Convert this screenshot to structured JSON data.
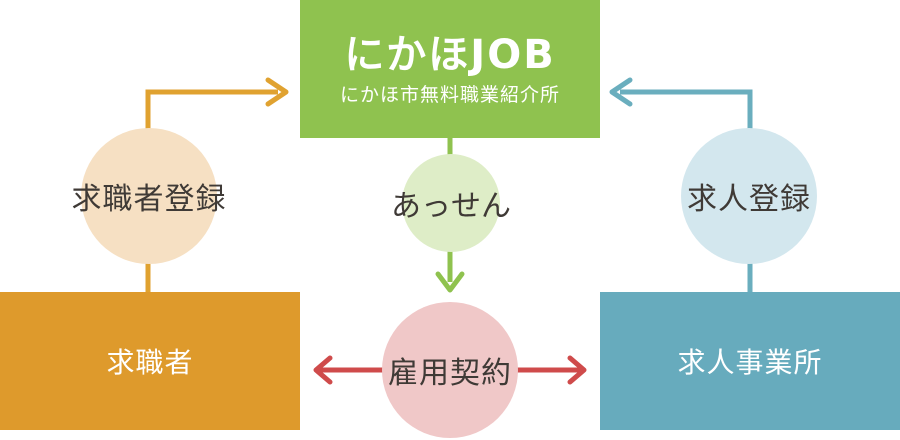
{
  "center": {
    "title": "にかほJOB",
    "subtitle": "にかほ市無料職業紹介所"
  },
  "left_node": {
    "label": "求職者"
  },
  "right_node": {
    "label": "求人事業所"
  },
  "left_link": {
    "label": "求職者登録"
  },
  "right_link": {
    "label": "求人登録"
  },
  "middle_link": {
    "label": "あっせん"
  },
  "bottom_link": {
    "label": "雇用契約"
  },
  "colors": {
    "green": "#8fc24f",
    "orange": "#de9a2c",
    "blue": "#67abbd",
    "red": "#cf4b4b"
  }
}
